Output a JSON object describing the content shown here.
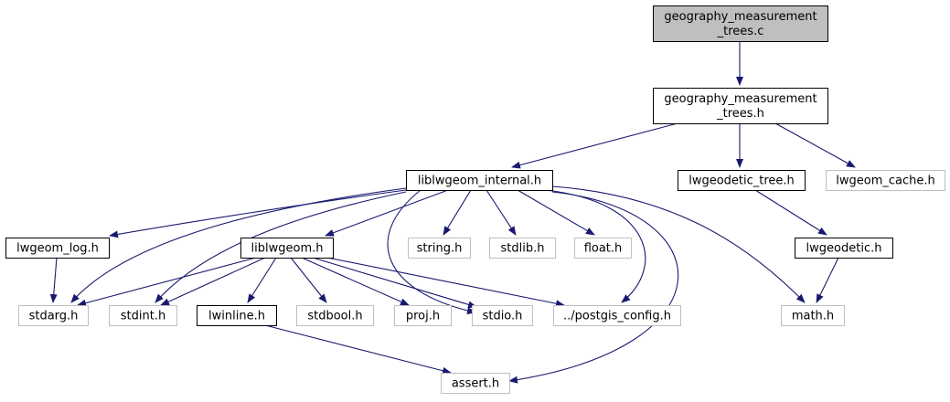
{
  "colors": {
    "edge": "#191970",
    "root_fill": "#bfbfbf",
    "local_border": "#000000",
    "system_border": "#bfbfbf",
    "text": "#000000"
  },
  "nodes": [
    {
      "id": "root",
      "kind": "root",
      "lines": [
        "geography_measurement",
        "_trees.c"
      ]
    },
    {
      "id": "gmt_h",
      "kind": "local",
      "lines": [
        "geography_measurement",
        "_trees.h"
      ]
    },
    {
      "id": "liblwgeom_internal",
      "kind": "local",
      "lines": [
        "liblwgeom_internal.h"
      ]
    },
    {
      "id": "lwgeodetic_tree",
      "kind": "local",
      "lines": [
        "lwgeodetic_tree.h"
      ]
    },
    {
      "id": "lwgeom_cache",
      "kind": "system",
      "lines": [
        "lwgeom_cache.h"
      ]
    },
    {
      "id": "lwgeom_log",
      "kind": "local",
      "lines": [
        "lwgeom_log.h"
      ]
    },
    {
      "id": "liblwgeom",
      "kind": "local",
      "lines": [
        "liblwgeom.h"
      ]
    },
    {
      "id": "string_h",
      "kind": "system",
      "lines": [
        "string.h"
      ]
    },
    {
      "id": "stdlib_h",
      "kind": "system",
      "lines": [
        "stdlib.h"
      ]
    },
    {
      "id": "float_h",
      "kind": "system",
      "lines": [
        "float.h"
      ]
    },
    {
      "id": "lwgeodetic",
      "kind": "local",
      "lines": [
        "lwgeodetic.h"
      ]
    },
    {
      "id": "stdarg_h",
      "kind": "system",
      "lines": [
        "stdarg.h"
      ]
    },
    {
      "id": "stdint_h",
      "kind": "system",
      "lines": [
        "stdint.h"
      ]
    },
    {
      "id": "lwinline",
      "kind": "local",
      "lines": [
        "lwinline.h"
      ]
    },
    {
      "id": "stdbool_h",
      "kind": "system",
      "lines": [
        "stdbool.h"
      ]
    },
    {
      "id": "proj_h",
      "kind": "system",
      "lines": [
        "proj.h"
      ]
    },
    {
      "id": "stdio_h",
      "kind": "system",
      "lines": [
        "stdio.h"
      ]
    },
    {
      "id": "postgis_config",
      "kind": "system",
      "lines": [
        "../postgis_config.h"
      ]
    },
    {
      "id": "math_h",
      "kind": "system",
      "lines": [
        "math.h"
      ]
    },
    {
      "id": "assert_h",
      "kind": "system",
      "lines": [
        "assert.h"
      ]
    }
  ],
  "edges": [
    [
      "root",
      "gmt_h"
    ],
    [
      "gmt_h",
      "liblwgeom_internal"
    ],
    [
      "gmt_h",
      "lwgeodetic_tree"
    ],
    [
      "gmt_h",
      "lwgeom_cache"
    ],
    [
      "liblwgeom_internal",
      "lwgeom_log"
    ],
    [
      "liblwgeom_internal",
      "liblwgeom"
    ],
    [
      "liblwgeom_internal",
      "string_h"
    ],
    [
      "liblwgeom_internal",
      "stdlib_h"
    ],
    [
      "liblwgeom_internal",
      "float_h"
    ],
    [
      "liblwgeom_internal",
      "stdarg_h"
    ],
    [
      "liblwgeom_internal",
      "stdint_h"
    ],
    [
      "liblwgeom_internal",
      "stdio_h"
    ],
    [
      "liblwgeom_internal",
      "postgis_config"
    ],
    [
      "liblwgeom_internal",
      "math_h"
    ],
    [
      "liblwgeom_internal",
      "assert_h"
    ],
    [
      "lwgeodetic_tree",
      "lwgeodetic"
    ],
    [
      "lwgeodetic",
      "math_h"
    ],
    [
      "lwgeom_log",
      "stdarg_h"
    ],
    [
      "liblwgeom",
      "stdarg_h"
    ],
    [
      "liblwgeom",
      "stdint_h"
    ],
    [
      "liblwgeom",
      "lwinline"
    ],
    [
      "liblwgeom",
      "stdbool_h"
    ],
    [
      "liblwgeom",
      "proj_h"
    ],
    [
      "liblwgeom",
      "stdio_h"
    ],
    [
      "liblwgeom",
      "postgis_config"
    ],
    [
      "lwinline",
      "assert_h"
    ]
  ]
}
